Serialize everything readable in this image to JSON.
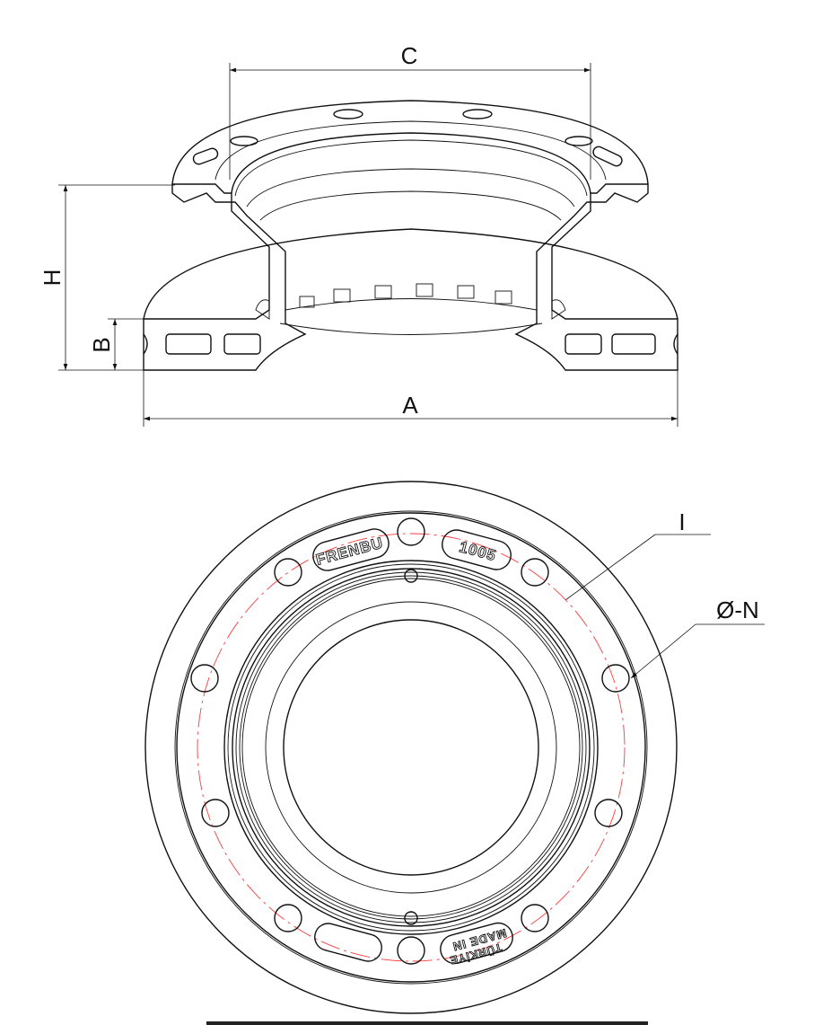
{
  "title": "Brake disc technical drawing",
  "dimensions": {
    "A": "A",
    "B": "B",
    "C": "C",
    "H": "H",
    "I": "I",
    "N": "Ø-N"
  },
  "embossing": {
    "brand": "FRENBU",
    "part_number": "1005",
    "origin_line1": "MADE IN",
    "origin_line2": "TÜRKİYE"
  },
  "colors": {
    "line": "#111111",
    "bolt_circle": "#ff3b3b",
    "hatch": "#111111"
  }
}
